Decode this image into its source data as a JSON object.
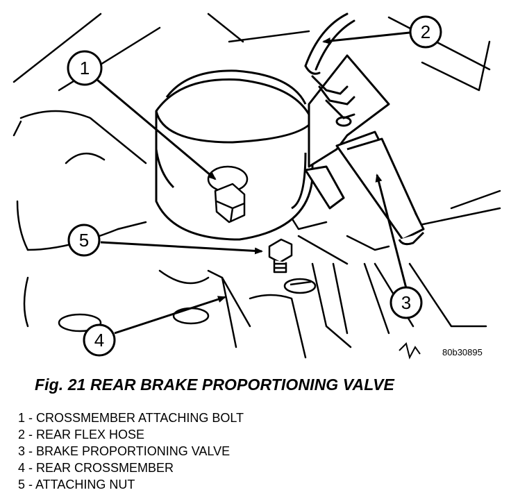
{
  "figure_code": "80b30895",
  "caption": "Fig. 21 REAR BRAKE PROPORTIONING VALVE",
  "callouts": [
    "1",
    "2",
    "3",
    "4",
    "5"
  ],
  "legend": [
    "1 - CROSSMEMBER ATTACHING BOLT",
    "2 - REAR FLEX HOSE",
    "3 - BRAKE PROPORTIONING VALVE",
    "4 - REAR CROSSMEMBER",
    "5 - ATTACHING NUT"
  ]
}
